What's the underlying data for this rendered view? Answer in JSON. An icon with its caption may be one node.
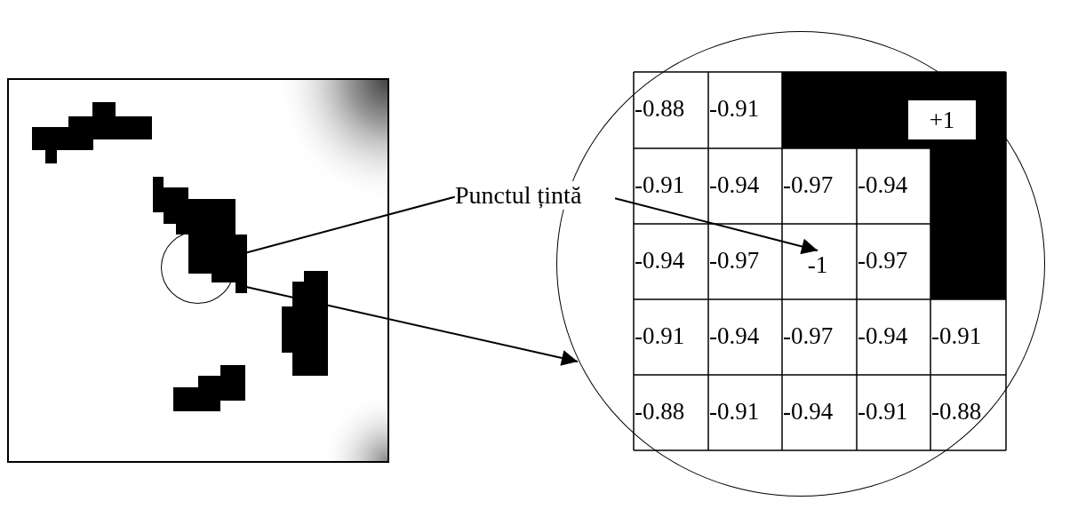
{
  "diagram": {
    "nodes": [
      {
        "text": [],
        "shape": "box"
      },
      {
        "text": [],
        "shape": "picture",
        "in": 0
      },
      {
        "text": [],
        "shape": "circle",
        "in": 0
      },
      {
        "text": [
          "Punctul țintă"
        ]
      },
      {
        "text": [],
        "shape": "circle"
      },
      {
        "text": [
          "-1"
        ],
        "in": 4
      }
    ],
    "edges": [
      {
        "from": 3,
        "to": 1,
        "arrow": "none"
      },
      {
        "from": 1,
        "to": 4,
        "arrow": "to"
      },
      {
        "from": 3,
        "to": 5,
        "arrow": "to"
      }
    ],
    "labels": [
      "-0.88",
      "-0.91",
      "+1",
      "-0.91",
      "-0.94",
      "-0.97",
      "-0.94",
      "-0.94",
      "-0.97",
      "-0.97",
      "-0.91",
      "-0.94",
      "-0.97",
      "-0.94",
      "-0.91",
      "-0.88",
      "-0.91",
      "-0.94",
      "-0.91",
      "-0.88"
    ]
  }
}
